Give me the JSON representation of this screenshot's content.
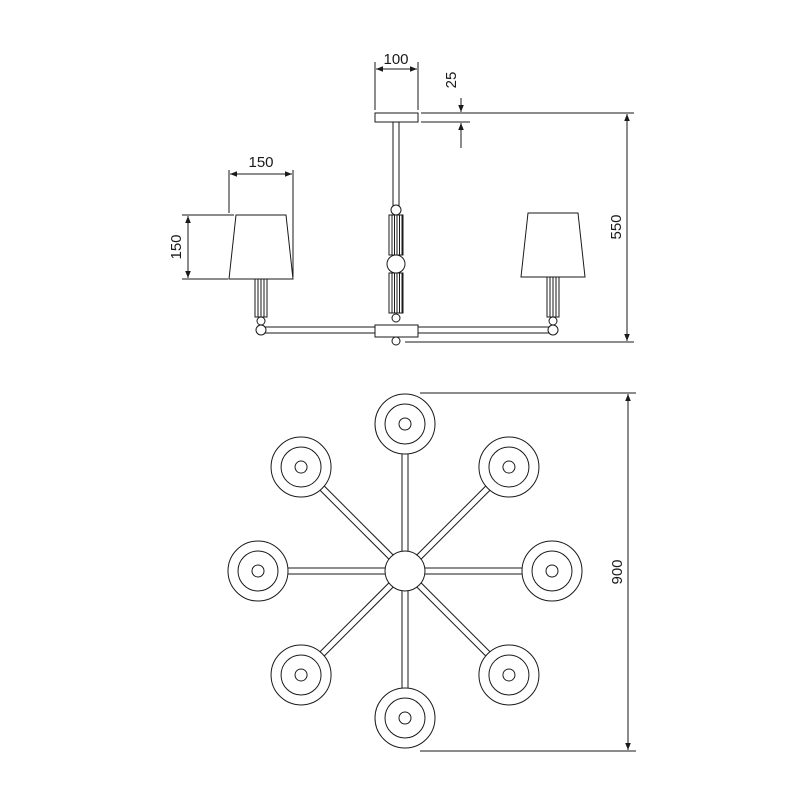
{
  "dimensions": {
    "canopy_width": "100",
    "canopy_height": "25",
    "shade_width": "150",
    "shade_height": "150",
    "total_height": "550",
    "diameter": "900"
  }
}
